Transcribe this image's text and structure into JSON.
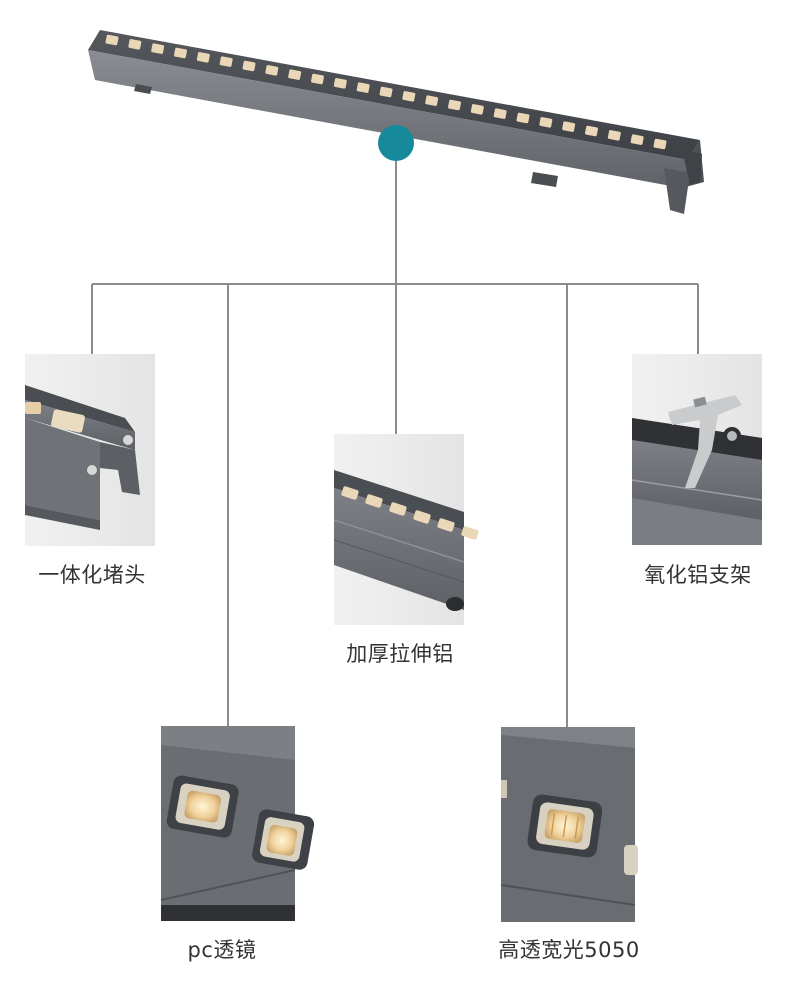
{
  "colors": {
    "connector": "#8c8c8c",
    "hub_dot": "#168a9b",
    "housing": "#6b6e73",
    "housing_dark": "#3f4246",
    "lens": "#e9d7b8"
  },
  "hero": {
    "icon": "led-wall-washer-bar",
    "led_count": 25
  },
  "features": [
    {
      "id": "end-cap",
      "label": "一体化堵头"
    },
    {
      "id": "pc-lens",
      "label": "pc透镜"
    },
    {
      "id": "aluminum",
      "label": "加厚拉伸铝"
    },
    {
      "id": "led-chip",
      "label": "高透宽光5050"
    },
    {
      "id": "bracket",
      "label": "氧化铝支架"
    }
  ]
}
